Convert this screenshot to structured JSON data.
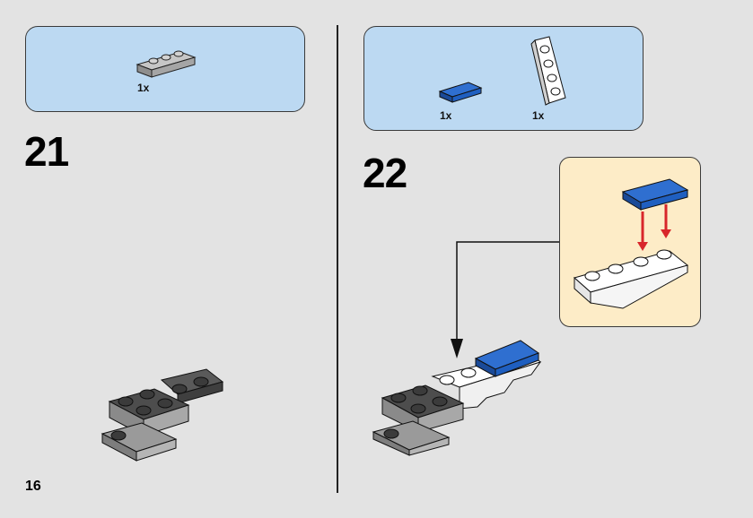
{
  "page": {
    "number": "16"
  },
  "steps": [
    {
      "number": "21",
      "parts": [
        {
          "qty": "1x",
          "part_icon": "light-gray-plate-1x3"
        }
      ]
    },
    {
      "number": "22",
      "parts": [
        {
          "qty": "1x",
          "part_icon": "blue-tile-1x2"
        },
        {
          "qty": "1x",
          "part_icon": "white-wedge-plate"
        }
      ]
    }
  ],
  "colors": {
    "background": "#e3e3e3",
    "parts_box": "#bcd9f2",
    "callout": "#fdecc7",
    "arrow_red": "#d8262b",
    "brick_gray": "#a5a5a5",
    "brick_dark": "#4a4a4a",
    "brick_blue": "#1f5fc0",
    "brick_white": "#ffffff"
  }
}
